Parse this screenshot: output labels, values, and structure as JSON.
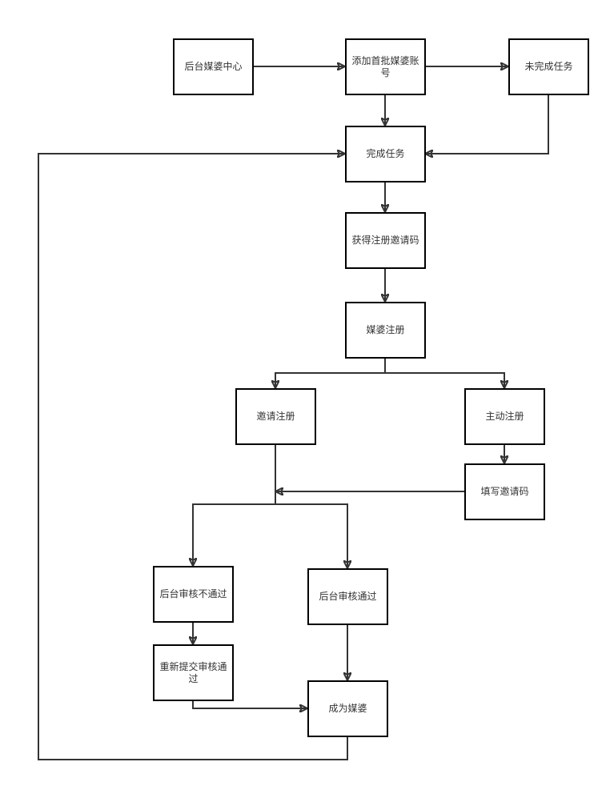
{
  "nodes": {
    "backend_matchmaker_center": "后台媒婆中心",
    "add_first_batch_accounts": "添加首批媒婆账号",
    "task_not_completed": "未完成任务",
    "task_completed": "完成任务",
    "get_invite_code": "获得注册邀请码",
    "matchmaker_register": "媒婆注册",
    "invite_register": "邀请注册",
    "self_register": "主动注册",
    "fill_invite_code": "填写邀请码",
    "review_rejected": "后台审核不通过",
    "review_approved": "后台审核通过",
    "resubmit_review": "重新提交审核通过",
    "become_matchmaker": "成为媒婆"
  },
  "colors": {
    "node_border": "#000000",
    "edge": "#333333",
    "text": "#333333",
    "background": "#ffffff"
  }
}
